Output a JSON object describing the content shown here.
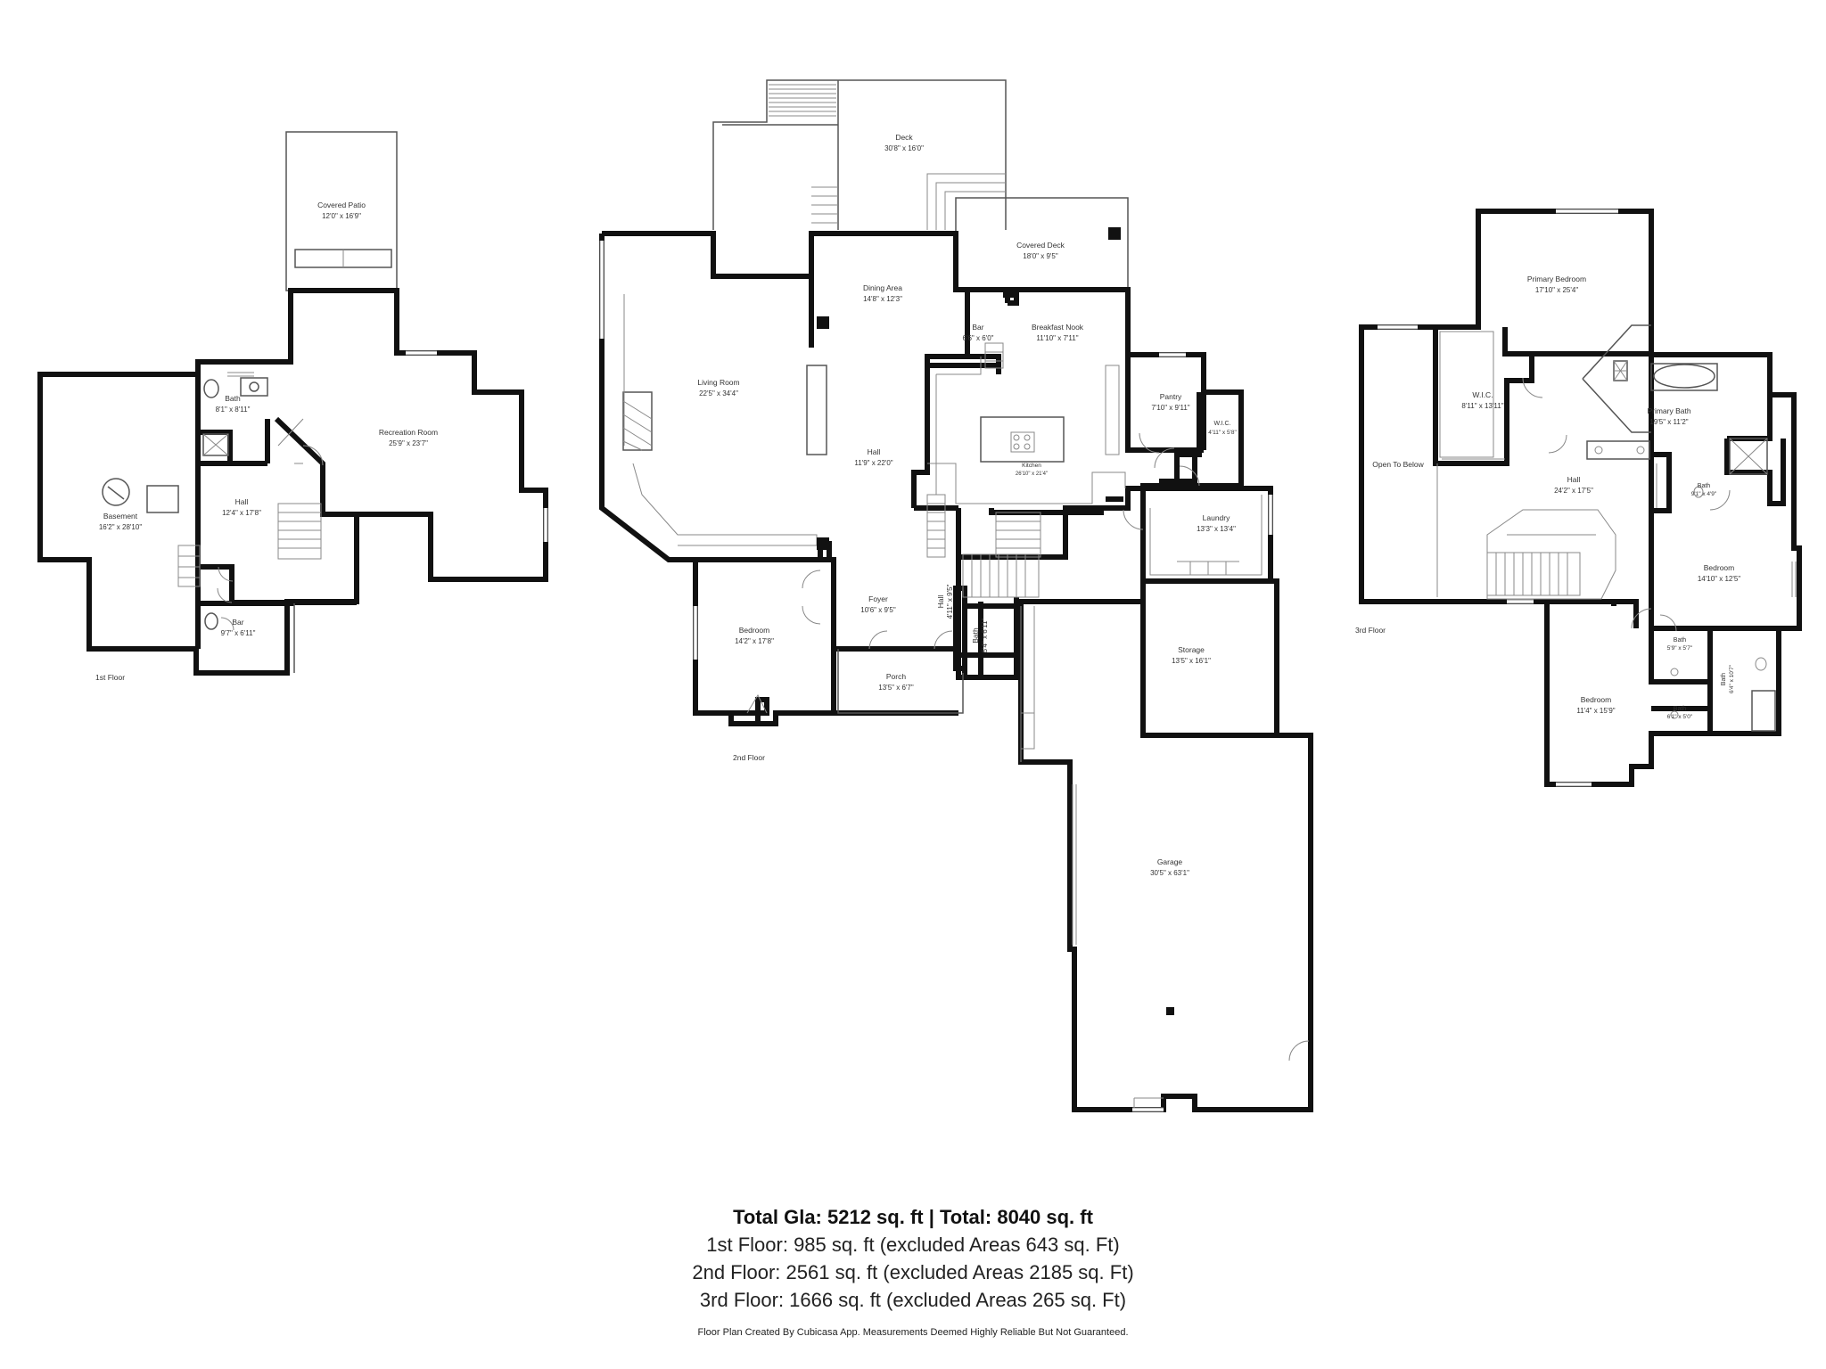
{
  "rooms": {
    "covered_patio": {
      "name": "Covered Patio",
      "dim": "12'0\" x 16'9\""
    },
    "bath_1": {
      "name": "Bath",
      "dim": "8'1\" x 8'11\""
    },
    "recreation_room": {
      "name": "Recreation Room",
      "dim": "25'9\" x 23'7\""
    },
    "basement": {
      "name": "Basement",
      "dim": "16'2\" x 28'10\""
    },
    "hall_1": {
      "name": "Hall",
      "dim": "12'4\" x 17'8\""
    },
    "bar_1": {
      "name": "Bar",
      "dim": "9'7\" x 6'11\""
    },
    "deck": {
      "name": "Deck",
      "dim": "30'8\" x 16'0\""
    },
    "covered_deck": {
      "name": "Covered Deck",
      "dim": "18'0\" x 9'5\""
    },
    "dining_area": {
      "name": "Dining Area",
      "dim": "14'8\" x 12'3\""
    },
    "bar_2": {
      "name": "Bar",
      "dim": "6'6\" x 6'0\""
    },
    "breakfast_nook": {
      "name": "Breakfast Nook",
      "dim": "11'10\" x 7'11\""
    },
    "living_room": {
      "name": "Living Room",
      "dim": "22'5\" x 34'4\""
    },
    "pantry": {
      "name": "Pantry",
      "dim": "7'10\" x 9'11\""
    },
    "wic_2": {
      "name": "W.I.C.",
      "dim": "4'11\" x 5'8\""
    },
    "hall_2": {
      "name": "Hall",
      "dim": "11'9\" x 22'0\""
    },
    "kitchen": {
      "name": "Kitchen",
      "dim": "26'10\" x 21'4\""
    },
    "laundry": {
      "name": "Laundry",
      "dim": "13'3\" x 13'4\""
    },
    "foyer": {
      "name": "Foyer",
      "dim": "10'6\" x 9'5\""
    },
    "hall_2b": {
      "name": "Hall",
      "dim": "4'11\" x 9'5\""
    },
    "bath_2": {
      "name": "Bath",
      "dim": "5'4\" x 6'11\""
    },
    "bedroom_2": {
      "name": "Bedroom",
      "dim": "14'2\" x 17'8\""
    },
    "storage": {
      "name": "Storage",
      "dim": "13'5\" x 16'1\""
    },
    "porch": {
      "name": "Porch",
      "dim": "13'5\" x 6'7\""
    },
    "garage": {
      "name": "Garage",
      "dim": "30'5\" x 63'1\""
    },
    "primary_bedroom": {
      "name": "Primary Bedroom",
      "dim": "17'10\" x 25'4\""
    },
    "wic_3": {
      "name": "W.I.C.",
      "dim": "8'11\" x 13'11\""
    },
    "primary_bath": {
      "name": "Primary Bath",
      "dim": "19'5\" x 11'2\""
    },
    "open_to_below": {
      "name": "Open To Below"
    },
    "hall_3": {
      "name": "Hall",
      "dim": "24'2\" x 17'5\""
    },
    "bath_3a": {
      "name": "Bath",
      "dim": "9'1\" x 4'9\""
    },
    "bedroom_3a": {
      "name": "Bedroom",
      "dim": "14'10\" x 12'5\""
    },
    "bath_3b": {
      "name": "Bath",
      "dim": "5'9\" x 5'7\""
    },
    "bath_3c": {
      "name": "Bath",
      "dim": "6'4\" x 10'7\""
    },
    "bedroom_3b": {
      "name": "Bedroom",
      "dim": "11'4\" x 15'9\""
    },
    "bath_3d": {
      "name": "Bath",
      "dim": "6'1\" x 5'0\""
    }
  },
  "floors": {
    "floor1": "1st Floor",
    "floor2": "2nd Floor",
    "floor3": "3rd Floor"
  },
  "summary": {
    "total": "Total Gla: 5212 sq. ft | Total: 8040 sq. ft",
    "floor1": "1st Floor: 985 sq. ft (excluded Areas 643 sq. Ft)",
    "floor2": "2nd Floor: 2561 sq. ft (excluded Areas 2185 sq. Ft)",
    "floor3": "3rd Floor: 1666 sq. ft (excluded Areas 265 sq. Ft)",
    "disclaimer": "Floor Plan Created By Cubicasa App. Measurements Deemed Highly Reliable But Not Guaranteed."
  }
}
